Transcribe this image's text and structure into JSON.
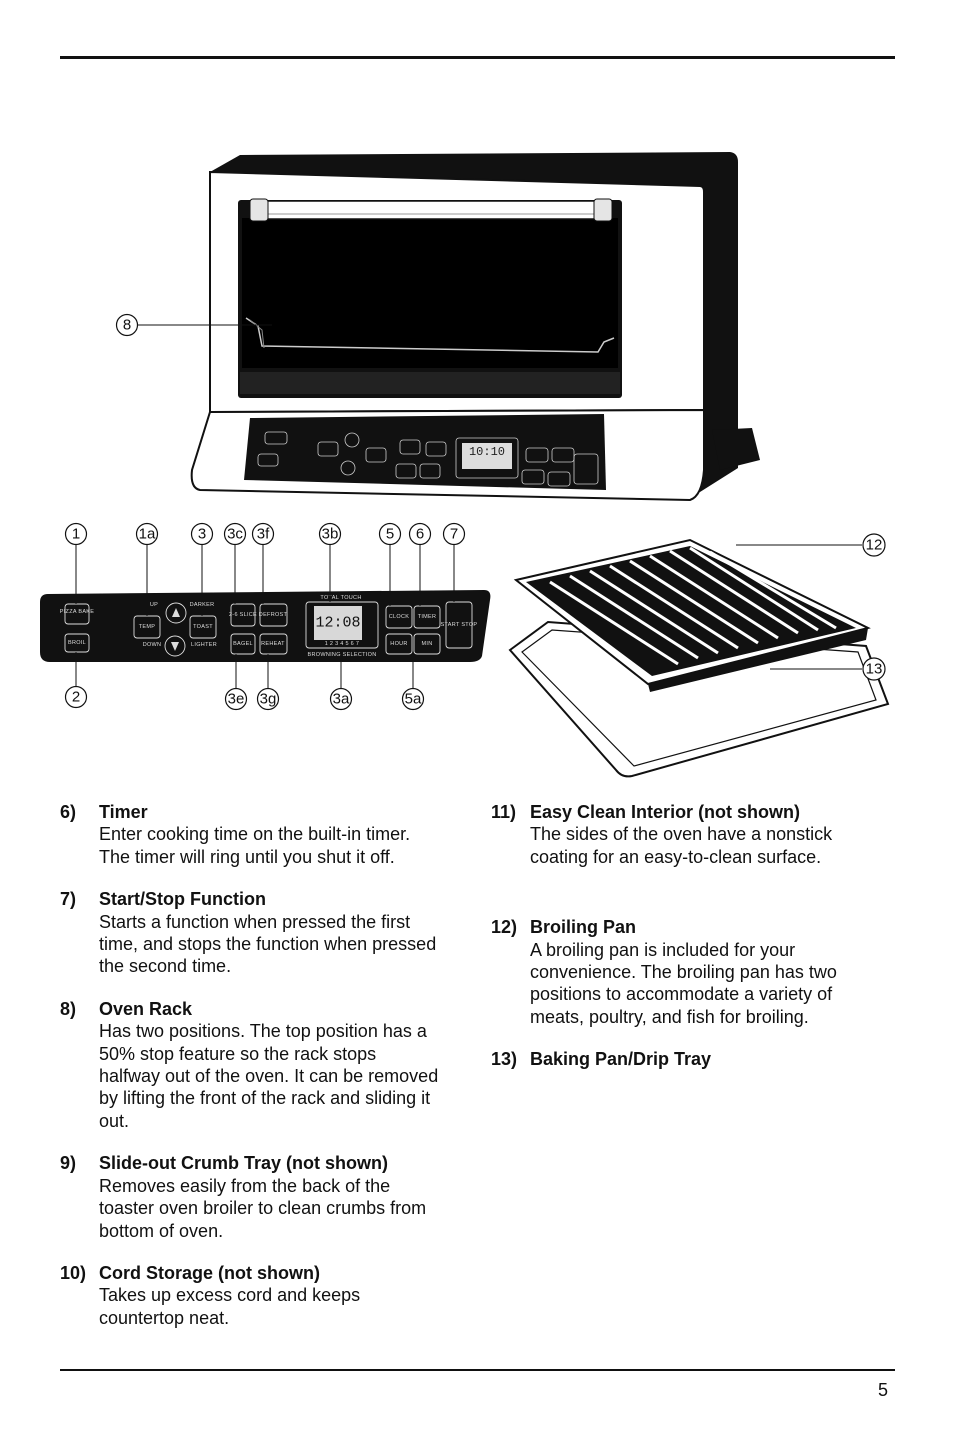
{
  "figure": {
    "oven_panel": {
      "buttons": {
        "pizza_bake": "PIZZA BAKE",
        "broil": "BROIL",
        "temp": "TEMP",
        "toast": "TOAST",
        "slice": "2-6 SLICE",
        "bagel": "BAGEL",
        "defrost": "DEFROST",
        "reheat": "REHEAT",
        "clock": "CLOCK",
        "timer": "TIMER",
        "hour": "HOUR",
        "min": "MIN",
        "start_stop": "START STOP"
      },
      "labels": {
        "up": "UP",
        "down": "DOWN",
        "darker": "DARKER",
        "lighter": "LIGHTER",
        "brand": "TOTAL TOUCH",
        "browning": "BROWNING SELECTION",
        "scale": "1 2 3 4 5 6 7"
      },
      "display_small": "10:10",
      "display_large": "12:08"
    },
    "callouts": {
      "c1": "1",
      "c1a": "1a",
      "c3": "3",
      "c3c": "3c",
      "c3f": "3f",
      "c3b": "3b",
      "c5": "5",
      "c6": "6",
      "c7": "7",
      "c2": "2",
      "c3e": "3e",
      "c3g": "3g",
      "c3a": "3a",
      "c5a": "5a",
      "c8": "8",
      "c12": "12",
      "c13": "13"
    }
  },
  "items_left": [
    {
      "num": "6)",
      "title": "Timer",
      "desc": "Enter cooking time on the built-in timer. The timer will ring until you shut it off."
    },
    {
      "num": "7)",
      "title": "Start/Stop Function",
      "desc": "Starts a function when pressed the first time, and stops the function when pressed the second time."
    },
    {
      "num": "8)",
      "title": "Oven Rack",
      "desc": "Has two positions. The top position has a 50% stop feature so the rack stops halfway out of the oven. It can be removed by lifting the front of the rack and sliding it out."
    },
    {
      "num": "9)",
      "title": "Slide-out Crumb Tray (not shown)",
      "desc": "Removes easily from the back of the toaster oven broiler to clean crumbs from bottom of oven."
    },
    {
      "num": "10)",
      "title": "Cord Storage (not shown)",
      "desc": "Takes up excess cord and keeps countertop neat."
    }
  ],
  "items_right": [
    {
      "num": "11)",
      "title": "Easy Clean Interior (not shown)",
      "desc": "The sides of the oven have a nonstick coating for an easy-to-clean surface."
    },
    {
      "num": "12)",
      "title": "Broiling Pan",
      "desc": "A broiling pan is included for your convenience. The broiling pan has two positions to accommodate a variety of meats, poultry, and fish for broiling."
    },
    {
      "num": "13)",
      "title": "Baking Pan/Drip Tray",
      "desc": ""
    }
  ],
  "page_number": "5"
}
